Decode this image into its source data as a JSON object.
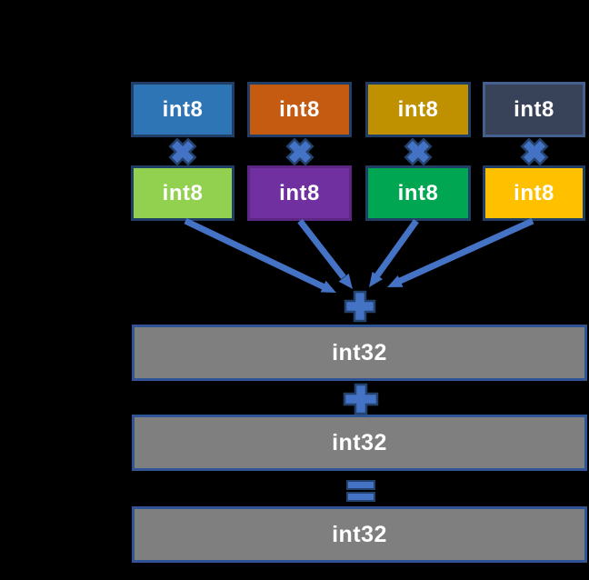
{
  "diagram": {
    "title_semantics": "int8 multiply-accumulate into int32 (4-way dot product)",
    "background": "#000000",
    "multiplicands": [
      {
        "label": "int8",
        "fill": "#2E75B6",
        "border": "#203E66"
      },
      {
        "label": "int8",
        "fill": "#C55A11",
        "border": "#203E66"
      },
      {
        "label": "int8",
        "fill": "#BF9000",
        "border": "#203E66"
      },
      {
        "label": "int8",
        "fill": "#38435A",
        "border": "#44608F"
      }
    ],
    "multipliers": [
      {
        "label": "int8",
        "fill": "#92D050",
        "border": "#203E66"
      },
      {
        "label": "int8",
        "fill": "#7030A0",
        "border": "#5B2782"
      },
      {
        "label": "int8",
        "fill": "#00A651",
        "border": "#203E66"
      },
      {
        "label": "int8",
        "fill": "#FFC000",
        "border": "#203E66"
      }
    ],
    "operators": {
      "multiply": "×",
      "add": "+",
      "equals": "="
    },
    "accumulators": [
      {
        "label": "int32"
      },
      {
        "label": "int32"
      },
      {
        "label": "int32"
      }
    ],
    "colors": {
      "accent": "#4472C4",
      "outline": "#24426E",
      "bar_fill": "#7F7F7F",
      "bar_border": "#2F5597",
      "text": "#FFFFFF"
    }
  }
}
